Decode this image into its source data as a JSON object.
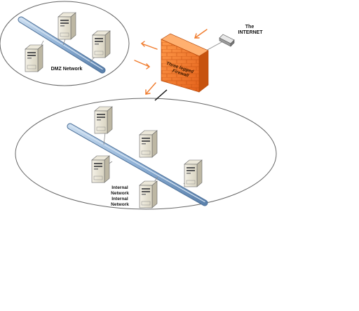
{
  "labels": {
    "internet_line1": "The",
    "internet_line2": "INTERNET",
    "firewall_line1": "Three legged",
    "firewall_line2": "Firewall",
    "dmz": "DMZ Network",
    "internal_line1": "Internal",
    "internal_line2": "Network",
    "internal_line3": "Internal",
    "internal_line4": "Network"
  },
  "icons": {
    "server": "server-icon",
    "firewall": "firewall-brick-icon",
    "modem": "modem-icon",
    "arrow": "traffic-arrow-icon"
  },
  "colors": {
    "firewall": "#f07a2a",
    "firewall_dark": "#c85510",
    "backbone": "#9bbcdc",
    "arrow": "#f07a2a",
    "outline": "#555555"
  }
}
